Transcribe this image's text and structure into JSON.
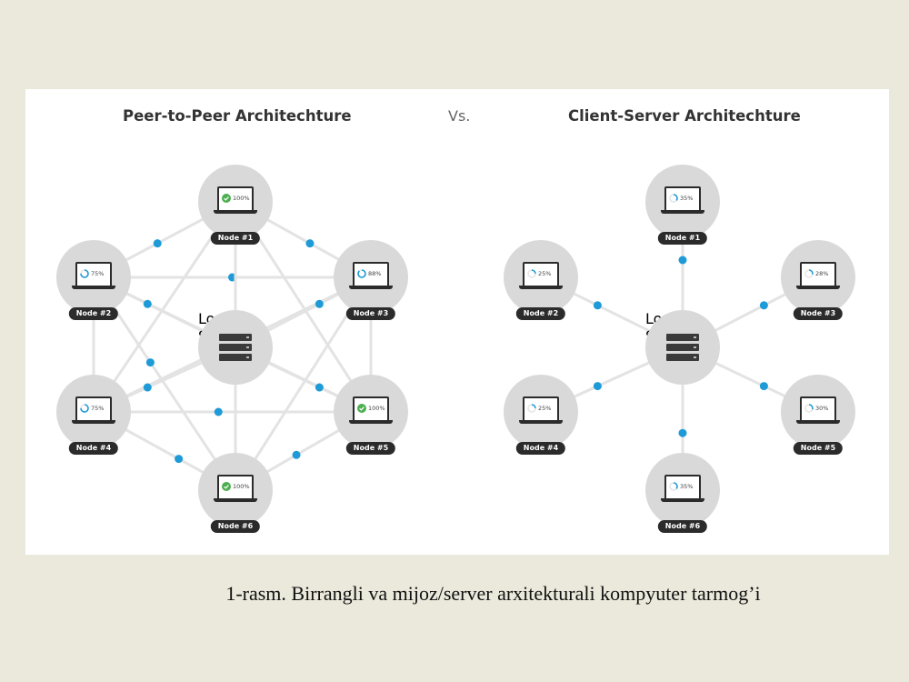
{
  "p2p": {
    "title": "Peer-to-Peer Architechture",
    "server_label": "Local Server",
    "nodes": [
      {
        "label": "Node #1",
        "value": "100%",
        "done": true,
        "progress": 1.0
      },
      {
        "label": "Node #2",
        "value": "75%",
        "done": false,
        "progress": 0.75
      },
      {
        "label": "Node #3",
        "value": "88%",
        "done": false,
        "progress": 0.88
      },
      {
        "label": "Node #4",
        "value": "75%",
        "done": false,
        "progress": 0.75
      },
      {
        "label": "Node #5",
        "value": "100%",
        "done": true,
        "progress": 1.0
      },
      {
        "label": "Node #6",
        "value": "100%",
        "done": true,
        "progress": 1.0
      }
    ]
  },
  "vs": "Vs.",
  "cs": {
    "title": "Client-Server Architechture",
    "server_label": "Local Server",
    "nodes": [
      {
        "label": "Node #1",
        "value": "35%",
        "done": false,
        "progress": 0.35
      },
      {
        "label": "Node #2",
        "value": "25%",
        "done": false,
        "progress": 0.25
      },
      {
        "label": "Node #3",
        "value": "28%",
        "done": false,
        "progress": 0.28
      },
      {
        "label": "Node #4",
        "value": "25%",
        "done": false,
        "progress": 0.25
      },
      {
        "label": "Node #5",
        "value": "30%",
        "done": false,
        "progress": 0.3
      },
      {
        "label": "Node #6",
        "value": "35%",
        "done": false,
        "progress": 0.35
      }
    ]
  },
  "caption": "1-rasm. Birrangli va mijoz/server arxitekturali kompyuter tarmog’i",
  "colors": {
    "accent": "#1e9bd7",
    "check": "#4caf50",
    "node_circle": "#d9d9d9",
    "label_bg": "#2b2b2b",
    "line": "#e3e3e3"
  }
}
